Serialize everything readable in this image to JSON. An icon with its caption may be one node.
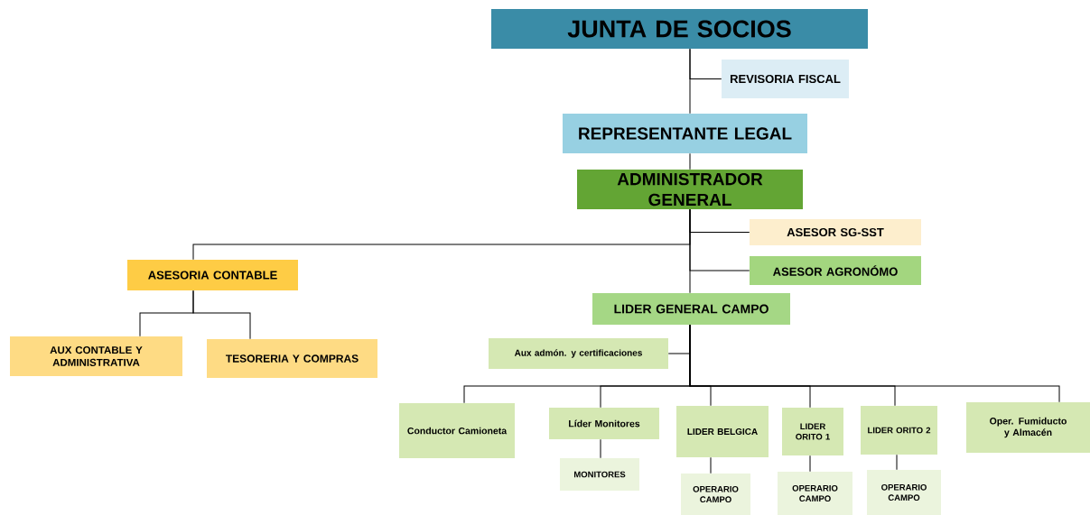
{
  "diagram": {
    "nodes": [
      {
        "text": [
          "JUNTA DE SOCIOS"
        ]
      },
      {
        "text": [
          "REVISORIA FISCAL"
        ]
      },
      {
        "text": [
          "REPRESENTANTE LEGAL"
        ]
      },
      {
        "text": [
          "ADMINISTRADOR GENERAL"
        ]
      },
      {
        "text": [
          "ASESOR SG-SST"
        ]
      },
      {
        "text": [
          "ASESORIA CONTABLE"
        ]
      },
      {
        "text": [
          "ASESOR AGRONÓMO"
        ]
      },
      {
        "text": [
          "LIDER GENERAL CAMPO"
        ]
      },
      {
        "text": [
          "AUX CONTABLE Y ADMINISTRATIVA"
        ]
      },
      {
        "text": [
          "TESORERIA Y COMPRAS"
        ]
      },
      {
        "text": [
          "Aux admón. y certificaciones"
        ]
      },
      {
        "text": [
          "Conductor Camioneta"
        ]
      },
      {
        "text": [
          "Líder Monitores"
        ]
      },
      {
        "text": [
          "LIDER BELGICA"
        ]
      },
      {
        "text": [
          "LIDER ORITO 1"
        ]
      },
      {
        "text": [
          "LIDER ORITO 2"
        ]
      },
      {
        "text": [
          "Oper. Fumiducto y Almacén"
        ]
      },
      {
        "text": [
          "MONITORES"
        ]
      },
      {
        "text": [
          "OPERARIO CAMPO"
        ]
      },
      {
        "text": [
          "OPERARIO CAMPO"
        ]
      },
      {
        "text": [
          "OPERARIO CAMPO"
        ]
      }
    ],
    "edges": [
      {
        "from": 0,
        "to": 1,
        "arrow": "none"
      },
      {
        "from": 0,
        "to": 2,
        "arrow": "none"
      },
      {
        "from": 2,
        "to": 3,
        "arrow": "none"
      },
      {
        "from": 3,
        "to": 4,
        "arrow": "none"
      },
      {
        "from": 3,
        "to": 5,
        "arrow": "none"
      },
      {
        "from": 3,
        "to": 6,
        "arrow": "none"
      },
      {
        "from": 3,
        "to": 7,
        "arrow": "none"
      },
      {
        "from": 5,
        "to": 8,
        "arrow": "none"
      },
      {
        "from": 5,
        "to": 9,
        "arrow": "none"
      },
      {
        "from": 7,
        "to": 10,
        "arrow": "none"
      },
      {
        "from": 7,
        "to": 11,
        "arrow": "none"
      },
      {
        "from": 7,
        "to": 12,
        "arrow": "none"
      },
      {
        "from": 7,
        "to": 13,
        "arrow": "none"
      },
      {
        "from": 7,
        "to": 14,
        "arrow": "none"
      },
      {
        "from": 7,
        "to": 15,
        "arrow": "none"
      },
      {
        "from": 7,
        "to": 16,
        "arrow": "none"
      },
      {
        "from": 12,
        "to": 17,
        "arrow": "none"
      },
      {
        "from": 13,
        "to": 18,
        "arrow": "none"
      },
      {
        "from": 14,
        "to": 19,
        "arrow": "none"
      },
      {
        "from": 15,
        "to": 20,
        "arrow": "none"
      }
    ]
  }
}
